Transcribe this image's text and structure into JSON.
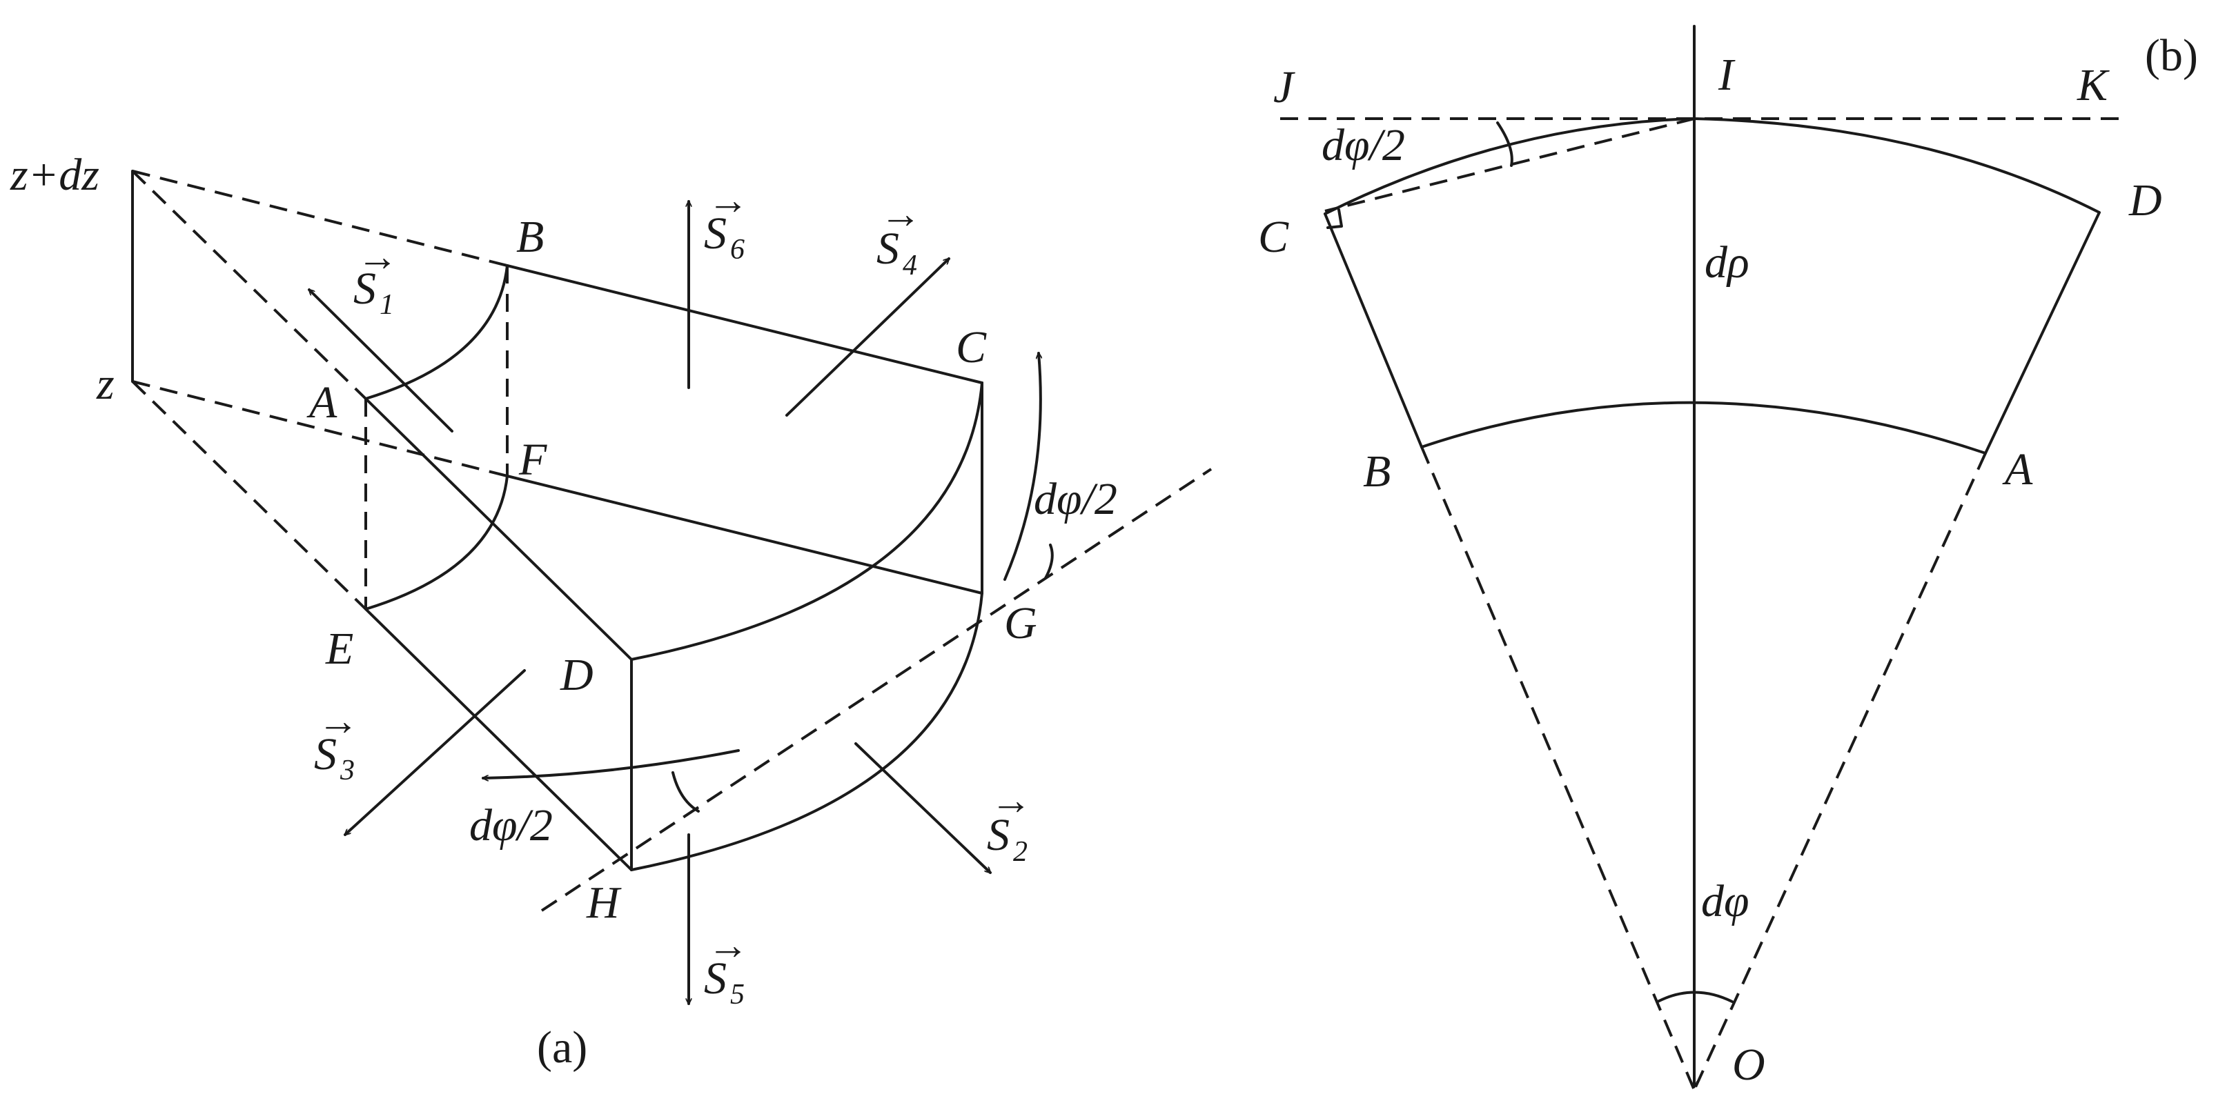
{
  "panel_a": {
    "caption": "(a)",
    "points": {
      "A": "A",
      "B": "B",
      "C": "C",
      "D": "D",
      "E": "E",
      "F": "F",
      "G": "G",
      "H": "H"
    },
    "z_top": "z+dz",
    "z_bottom": "z",
    "angle_top": "dφ/2",
    "angle_bottom": "dφ/2",
    "vectors": {
      "s1": {
        "letter": "S",
        "sub": "1"
      },
      "s2": {
        "letter": "S",
        "sub": "2"
      },
      "s3": {
        "letter": "S",
        "sub": "3"
      },
      "s4": {
        "letter": "S",
        "sub": "4"
      },
      "s5": {
        "letter": "S",
        "sub": "5"
      },
      "s6": {
        "letter": "S",
        "sub": "6"
      }
    },
    "vec_arrow": "→"
  },
  "panel_b": {
    "caption": "(b)",
    "points": {
      "A": "A",
      "B": "B",
      "C": "C",
      "D": "D",
      "I": "I",
      "J": "J",
      "K": "K",
      "O": "O"
    },
    "d_rho": "dρ",
    "d_phi": "dφ",
    "half_angle": "dφ/2"
  }
}
